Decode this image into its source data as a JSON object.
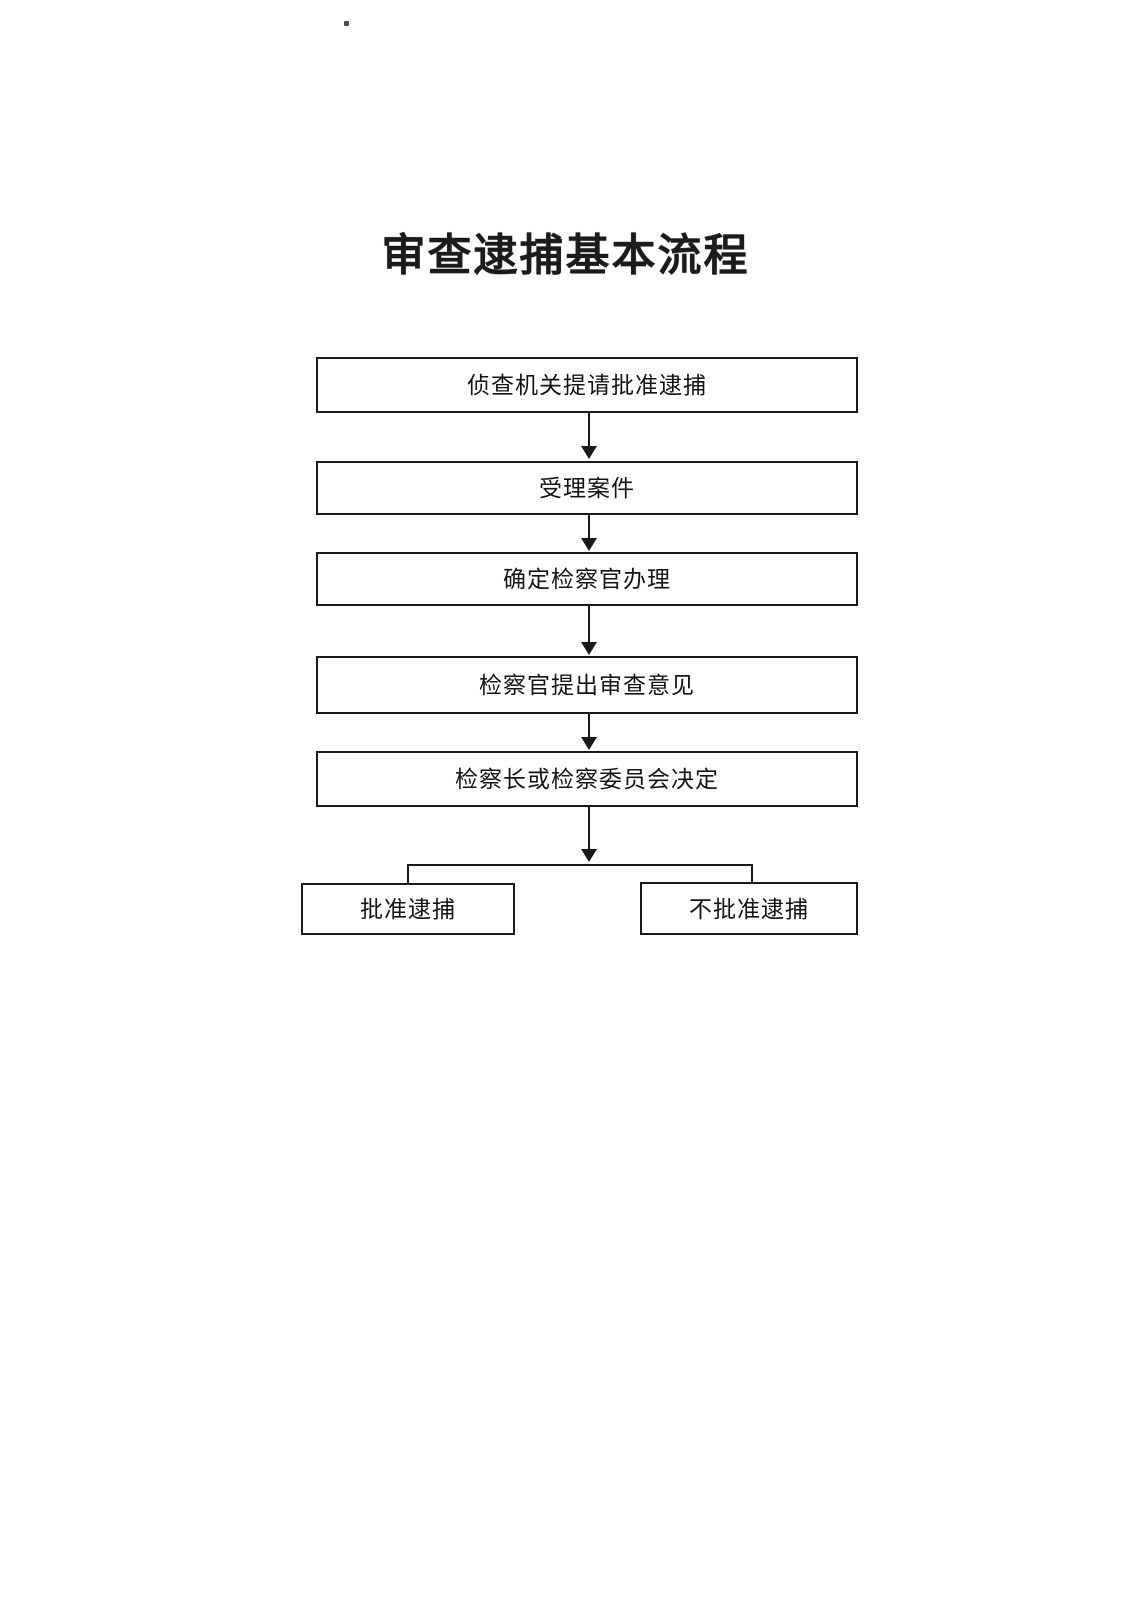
{
  "document": {
    "title": "审查逮捕基本流程",
    "background_color": "#ffffff",
    "line_color": "#1a1a1a",
    "text_color": "#141414"
  },
  "flowchart": {
    "type": "flowchart",
    "orientation": "top-to-bottom",
    "nodes": [
      {
        "id": "n1",
        "label": "侦查机关提请批准逮捕"
      },
      {
        "id": "n2",
        "label": "受理案件"
      },
      {
        "id": "n3",
        "label": "确定检察官办理"
      },
      {
        "id": "n4",
        "label": "检察官提出审查意见"
      },
      {
        "id": "n5",
        "label": "检察长或检察委员会决定"
      },
      {
        "id": "n6",
        "label": "批准逮捕"
      },
      {
        "id": "n7",
        "label": "不批准逮捕"
      }
    ],
    "edges": [
      {
        "from": "n1",
        "to": "n2",
        "style": "arrow"
      },
      {
        "from": "n2",
        "to": "n3",
        "style": "arrow"
      },
      {
        "from": "n3",
        "to": "n4",
        "style": "arrow"
      },
      {
        "from": "n4",
        "to": "n5",
        "style": "arrow"
      },
      {
        "from": "n5",
        "to": "n6",
        "style": "arrow-branch-left"
      },
      {
        "from": "n5",
        "to": "n7",
        "style": "arrow-branch-right"
      }
    ]
  }
}
